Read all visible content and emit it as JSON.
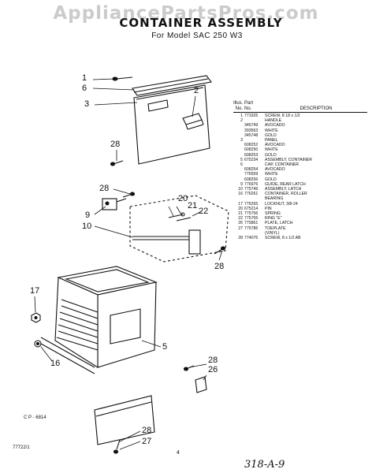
{
  "watermark": "AppliancePartsPros.com",
  "title": "CONTAINER ASSEMBLY",
  "subtitle": "For Model SAC 250 W3",
  "callouts": {
    "c1": "1",
    "c6": "6",
    "c3": "3",
    "c2": "2",
    "c28a": "28",
    "c28b": "28",
    "c9": "9",
    "c10": "10",
    "c20": "20",
    "c21": "21",
    "c22": "22",
    "c28c": "28",
    "c17": "17",
    "c5": "5",
    "c16": "16",
    "c28d": "28",
    "c26": "26",
    "c28e": "28",
    "c27": "27"
  },
  "table": {
    "headers": {
      "ill_line1": "Illus.",
      "ill_line2": "No.",
      "part_line1": "Part",
      "part_line2": "No.",
      "desc": "DESCRIPTION"
    },
    "rows": [
      {
        "ill": "1",
        "part": "771925",
        "desc": "SCREW, 8 18 x 1/2"
      },
      {
        "ill": "2",
        "part": "",
        "desc": "HANDLE"
      },
      {
        "ill": "",
        "part": "345749",
        "desc": "AVOCADO"
      },
      {
        "ill": "",
        "part": "393563",
        "desc": "WHITE"
      },
      {
        "ill": "",
        "part": "345748",
        "desc": "GOLD"
      },
      {
        "ill": "3",
        "part": "",
        "desc": "PANEL"
      },
      {
        "ill": "",
        "part": "608252",
        "desc": "AVOCADO"
      },
      {
        "ill": "",
        "part": "608250",
        "desc": "WHITE"
      },
      {
        "ill": "",
        "part": "608253",
        "desc": "GOLD"
      },
      {
        "ill": "5",
        "part": "675234",
        "desc": "ASSEMBLY, CONTAINER"
      },
      {
        "ill": "6",
        "part": "",
        "desc": "CAP, CONTAINER"
      },
      {
        "ill": "",
        "part": "608254",
        "desc": "AVOCADO"
      },
      {
        "ill": "",
        "part": "776559",
        "desc": "WHITE"
      },
      {
        "ill": "",
        "part": "608256",
        "desc": "GOLD"
      },
      {
        "ill": "9",
        "part": "776976",
        "desc": "GUIDE, REAR LATCH"
      },
      {
        "ill": "10",
        "part": "775749",
        "desc": "ASSEMBLY, LATCH"
      },
      {
        "ill": "16",
        "part": "776261",
        "desc": "CONTAINER, ROLLER"
      },
      {
        "ill": "",
        "part": "",
        "desc": "BEARING"
      },
      {
        "ill": "17",
        "part": "776265",
        "desc": "LOCKNUT, 3/8-24"
      },
      {
        "ill": "20",
        "part": "675214",
        "desc": "PIN"
      },
      {
        "ill": "21",
        "part": "775756",
        "desc": "SPRING"
      },
      {
        "ill": "22",
        "part": "775755",
        "desc": "RING \"E\""
      },
      {
        "ill": "26",
        "part": "775861",
        "desc": "PLATE, LATCH"
      },
      {
        "ill": "27",
        "part": "775786",
        "desc": "TOEPLATE"
      },
      {
        "ill": "",
        "part": "",
        "desc": "(VINYL)"
      },
      {
        "ill": "28",
        "part": "774076",
        "desc": "SCREW, 8 x 1/2 AB"
      }
    ]
  },
  "cp_code": "C P - 6814",
  "bottom_code": "77722/1",
  "page_number": "4",
  "handwritten_note": "318-A-9"
}
